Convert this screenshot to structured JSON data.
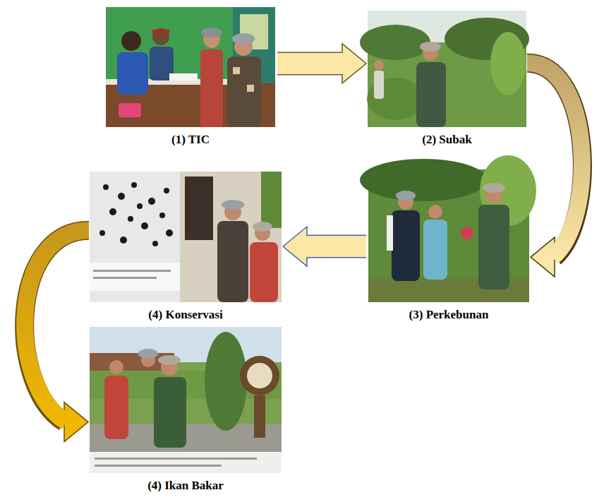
{
  "diagram": {
    "nodes": [
      {
        "text": [
          "(1) TIC"
        ]
      },
      {
        "text": [
          "(2) Subak"
        ]
      },
      {
        "text": [
          "(3) Perkebunan"
        ]
      },
      {
        "text": [
          "(4) Konservasi"
        ]
      },
      {
        "text": [
          "(4) Ikan Bakar"
        ]
      }
    ],
    "edges": [
      {
        "from": 0,
        "to": 1,
        "arrow": "to"
      },
      {
        "from": 1,
        "to": 2,
        "arrow": "to"
      },
      {
        "from": 2,
        "to": 3,
        "arrow": "to"
      },
      {
        "from": 3,
        "to": 4,
        "arrow": "to"
      }
    ]
  }
}
